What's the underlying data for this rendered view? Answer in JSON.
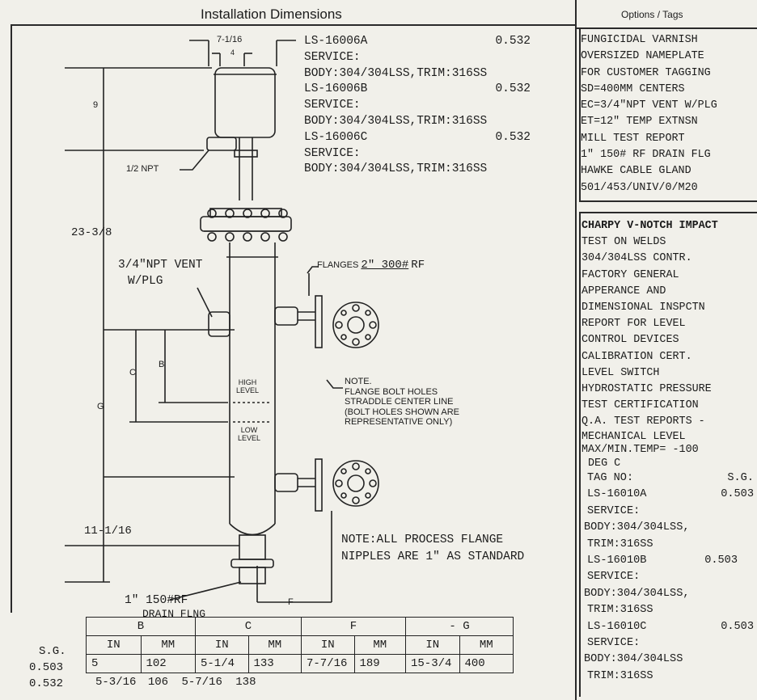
{
  "header": {
    "title": "Installation Dimensions",
    "options_title": "Options / Tags"
  },
  "spec_models": [
    {
      "tag": "LS-16006A",
      "sg": "0.532",
      "service": "SERVICE:",
      "body": "BODY:304/304LSS,TRIM:316SS"
    },
    {
      "tag": "LS-16006B",
      "sg": "0.532",
      "service": "SERVICE:",
      "body": "BODY:304/304LSS,TRIM:316SS"
    },
    {
      "tag": "LS-16006C",
      "sg": "0.532",
      "service": "SERVICE:",
      "body": "BODY:304/304LSS,TRIM:316SS"
    }
  ],
  "options": [
    "FUNGICIDAL VARNISH",
    "OVERSIZED NAMEPLATE",
    "FOR CUSTOMER TAGGING",
    "SD=400MM CENTERS",
    "EC=3/4\"NPT VENT W/PLG",
    "ET=12\" TEMP EXTNSN",
    "MILL TEST REPORT",
    "1\" 150# RF DRAIN FLG",
    "HAWKE CABLE GLAND",
    "501/453/UNIV/0/M20"
  ],
  "charpy": [
    "CHARPY V-NOTCH IMPACT",
    "TEST ON WELDS",
    "304/304LSS CONTR.",
    "FACTORY GENERAL",
    "APPERANCE AND",
    "DIMENSIONAL INSPCTN",
    "REPORT FOR LEVEL",
    "CONTROL DEVICES",
    "CALIBRATION CERT.",
    "LEVEL SWITCH",
    "HYDROSTATIC PRESSURE",
    "TEST CERTIFICATION",
    "Q.A. TEST REPORTS -",
    "MECHANICAL LEVEL",
    "MAX/MIN.TEMP= -100",
    "DEG C"
  ],
  "tags": {
    "header_tag": "TAG NO:",
    "header_sg": "S.G.",
    "items": [
      {
        "tag": "LS-16010A",
        "sg": "0.503",
        "service": "SERVICE:",
        "body": "BODY:304/304LSS,",
        "trim": "TRIM:316SS"
      },
      {
        "tag": "LS-16010B",
        "sg": "0.503",
        "service": "SERVICE:",
        "body": "BODY:304/304LSS,",
        "trim": "TRIM:316SS"
      },
      {
        "tag": "LS-16010C",
        "sg": "0.503",
        "service": "SERVICE:",
        "body": "BODY:304/304LSS",
        "trim": "TRIM:316SS"
      }
    ]
  },
  "drawing": {
    "dim_top_width": "7-1/16",
    "dim_top_small": "4",
    "dim_9": "9",
    "half_npt": "1/2 NPT",
    "dim_overall": "23-3/8",
    "vent_note_line1": "3/4\"NPT VENT",
    "vent_note_line2": "W/PLG",
    "flanges_prefix": "FLANGES",
    "flanges_size": "2\" 300#",
    "flanges_suffix": "RF",
    "dim_b": "B",
    "dim_c": "C",
    "dim_g": "G",
    "high_level_1": "HIGH",
    "high_level_2": "LEVEL",
    "low_level_1": "LOW",
    "low_level_2": "LEVEL",
    "bolt_note": [
      "NOTE.",
      "FLANGE BOLT HOLES",
      "STRADDLE CENTER LINE",
      "(BOLT HOLES SHOWN ARE",
      "REPRESENTATIVE ONLY)"
    ],
    "process_note_1": "NOTE:ALL PROCESS FLANGE",
    "process_note_2": "NIPPLES ARE 1\" AS STANDARD",
    "dim_bottom": "11-1/16",
    "drain_1": "1\" 150#RF",
    "drain_2": "DRAIN FLNG",
    "dim_f": "F"
  },
  "table": {
    "groups": [
      "B",
      "C",
      "F",
      "- G"
    ],
    "units": [
      "IN",
      "MM",
      "IN",
      "MM",
      "IN",
      "MM",
      "IN",
      "MM"
    ],
    "sg_label": "S.G.",
    "rows": [
      {
        "sg": "0.503",
        "cells": [
          "5",
          "102",
          "5-1/4",
          "133",
          "7-7/16",
          "189",
          "15-3/4",
          "400"
        ]
      },
      {
        "sg": "0.532",
        "cells": [
          "5-3/16",
          "106",
          "5-7/16",
          "138",
          "",
          "",
          "",
          ""
        ]
      }
    ]
  }
}
